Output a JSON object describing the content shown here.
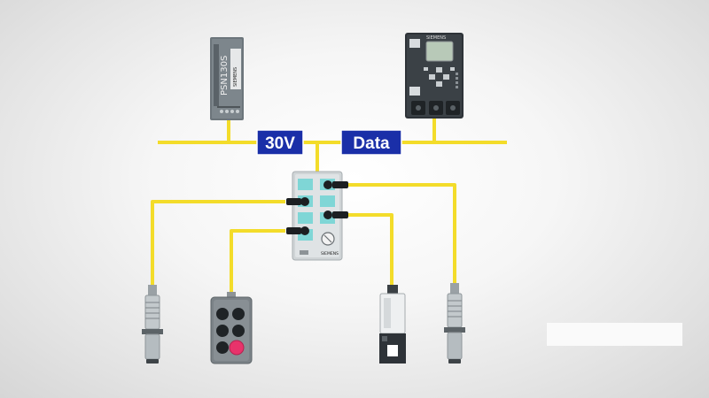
{
  "bus": {
    "power_label": "30V",
    "data_label": "Data"
  },
  "power_supply": {
    "model_text": "PSN130S",
    "brand_text": "SIEMENS"
  },
  "controller": {
    "brand_text": "SIEMENS"
  },
  "io_module": {
    "brand_text": "SIEMENS"
  },
  "colors": {
    "bus_cable": "#f3dc2a",
    "label_bg": "#1a2fa8",
    "device_dark": "#2e3338",
    "module_body": "#dfe3e5",
    "port_cyan": "#7fd6d6",
    "button_red": "#e8336b"
  }
}
